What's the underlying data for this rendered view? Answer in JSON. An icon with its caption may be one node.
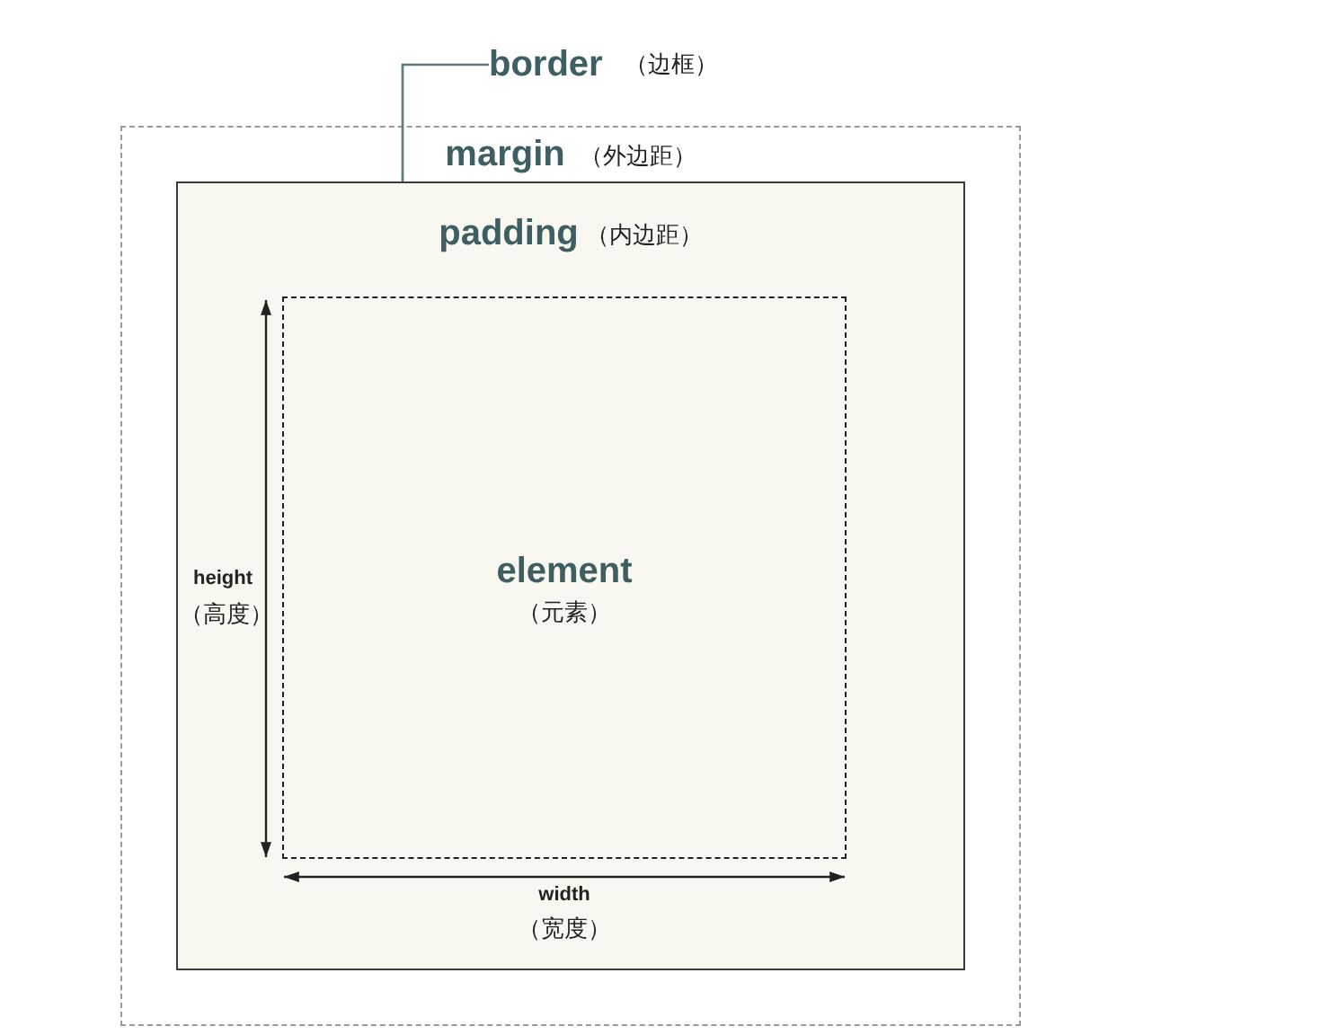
{
  "diagram": {
    "nodes": [
      {
        "text": [
          "border",
          "（边框）"
        ]
      },
      {
        "text": [
          "margin",
          "（外边距）"
        ]
      },
      {
        "text": [
          "padding",
          "（内边距）"
        ],
        "in": 1
      },
      {
        "text": [
          "element",
          "（元素）"
        ],
        "in": 2
      }
    ],
    "edges": [
      {
        "from": 0,
        "to": 2,
        "arrow": "none"
      }
    ],
    "labels": [
      "height",
      "（高度）",
      "width",
      "（宽度）"
    ]
  }
}
